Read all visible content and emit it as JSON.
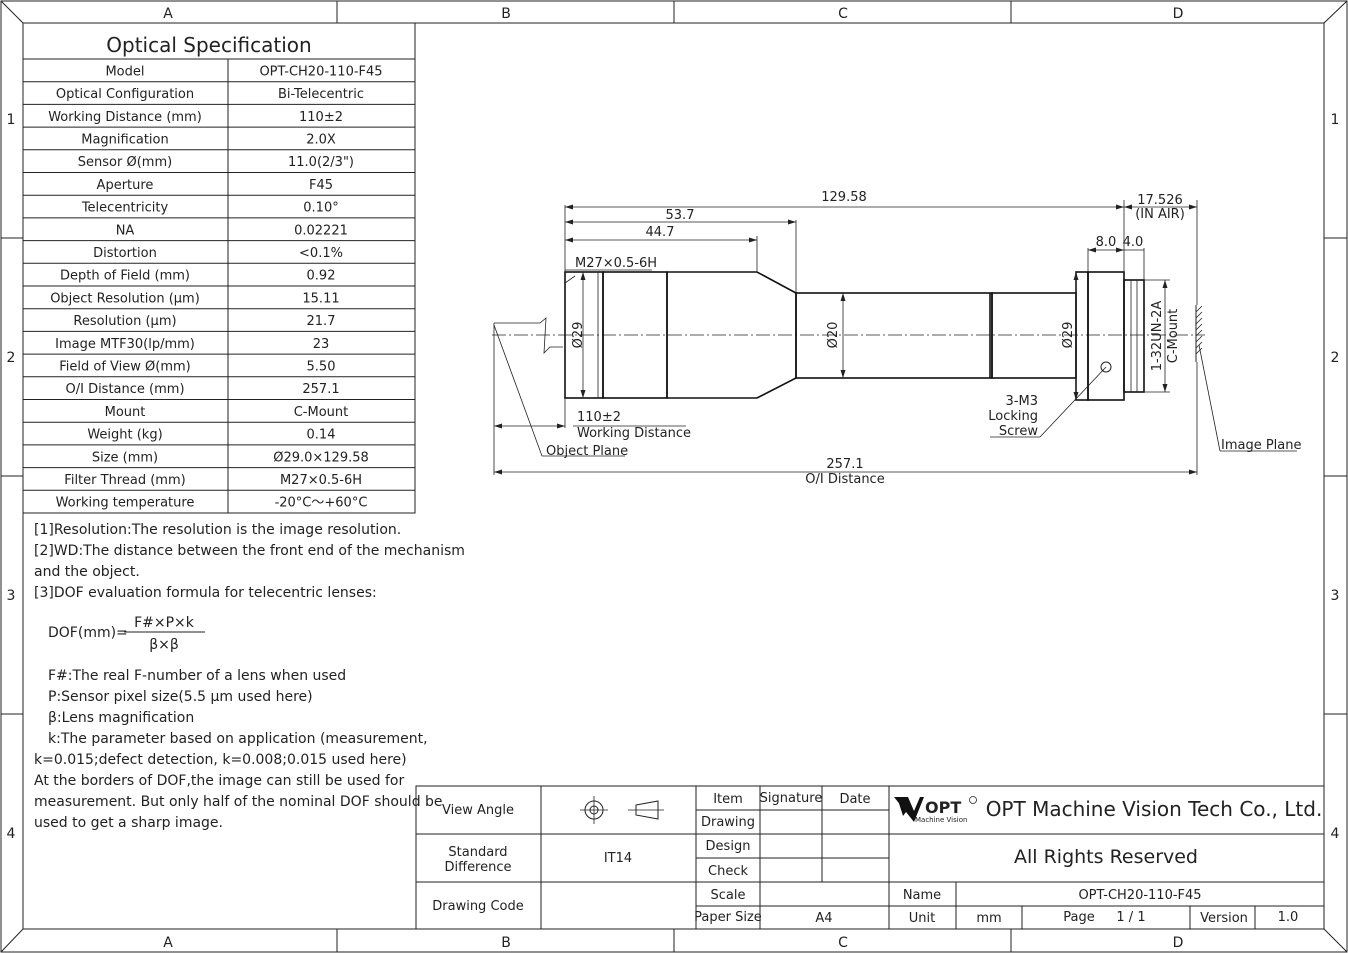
{
  "frame": {
    "columns": [
      "A",
      "B",
      "C",
      "D"
    ],
    "rows": [
      "1",
      "2",
      "3",
      "4"
    ]
  },
  "spec_table": {
    "title": "Optical Specification",
    "rows": [
      [
        "Model",
        "OPT-CH20-110-F45"
      ],
      [
        "Optical Configuration",
        "Bi-Telecentric"
      ],
      [
        "Working Distance (mm)",
        "110±2"
      ],
      [
        "Magnification",
        "2.0X"
      ],
      [
        "Sensor Ø(mm)",
        "11.0(2/3\")"
      ],
      [
        "Aperture",
        "F45"
      ],
      [
        "Telecentricity",
        "0.10°"
      ],
      [
        "NA",
        "0.02221"
      ],
      [
        "Distortion",
        "<0.1%"
      ],
      [
        "Depth of Field (mm)",
        "0.92"
      ],
      [
        "Object Resolution (μm)",
        "15.11"
      ],
      [
        "Resolution (μm)",
        "21.7"
      ],
      [
        "Image MTF30(lp/mm)",
        "23"
      ],
      [
        "Field of View Ø(mm)",
        "5.50"
      ],
      [
        "O/I Distance (mm)",
        "257.1"
      ],
      [
        "Mount",
        "C-Mount"
      ],
      [
        "Weight (kg)",
        "0.14"
      ],
      [
        "Size (mm)",
        "Ø29.0×129.58"
      ],
      [
        "Filter Thread (mm)",
        "M27×0.5-6H"
      ],
      [
        "Working temperature",
        "-20°C～+60°C"
      ]
    ]
  },
  "notes": {
    "line1": "[1]Resolution:The resolution is the image resolution.",
    "line2": "[2]WD:The distance between the front end of the mechanism",
    "line3": "and the object.",
    "line4": "[3]DOF evaluation formula for telecentric lenses:",
    "formula_lhs": "DOF(mm)=",
    "formula_num": "F#×P×k",
    "formula_den": "β×β",
    "line5": "F#:The real F-number of a lens when used",
    "line6": "P:Sensor pixel size(5.5 μm used here)",
    "line7": "β:Lens magnification",
    "line8": "k:The parameter based on application (measurement,",
    "line9": "k=0.015;defect detection, k=0.008;0.015 used here)",
    "line10": "At the borders of DOF,the image can still be used for",
    "line11": "measurement. But only half of the nominal DOF should be",
    "line12": "used to get a sharp image."
  },
  "drawing": {
    "dim_total_length": "129.58",
    "dim_back_focal": "17.526",
    "dim_back_focal_note": "(IN AIR)",
    "dim_53": "53.7",
    "dim_44": "44.7",
    "dim_8": "8.0",
    "dim_4": "4.0",
    "thread_label": "M27×0.5-6H",
    "dia_front": "Ø29",
    "dia_mid": "Ø20",
    "dia_rear": "Ø29",
    "mount_thread": "1-32UN-2A",
    "mount_name": "C-Mount",
    "wd_value": "110±2",
    "wd_label": "Working Distance",
    "object_plane": "Object Plane",
    "screw_1": "3-M3",
    "screw_2": "Locking",
    "screw_3": "Screw",
    "image_plane": "Image Plane",
    "oi_value": "257.1",
    "oi_label": "O/I Distance"
  },
  "title_block": {
    "view_angle_label": "View Angle",
    "std_diff_1": "Standard",
    "std_diff_2": "Difference",
    "std_diff_value": "IT14",
    "drawing_code_label": "Drawing Code",
    "item": "Item",
    "signature": "Signature",
    "date": "Date",
    "drawing": "Drawing",
    "design": "Design",
    "check": "Check",
    "scale": "Scale",
    "paper_size_label": "Paper Size",
    "paper_size_value": "A4",
    "logo_text": "OPT",
    "logo_sub": "Machine Vision",
    "company": "OPT Machine Vision Tech Co., Ltd.",
    "rights": "All Rights Reserved",
    "name_label": "Name",
    "name_value": "OPT-CH20-110-F45",
    "unit_label": "Unit",
    "unit_value": "mm",
    "page_label": "Page",
    "page_value": "1  /  1",
    "version_label": "Version",
    "version_value": "1.0"
  }
}
